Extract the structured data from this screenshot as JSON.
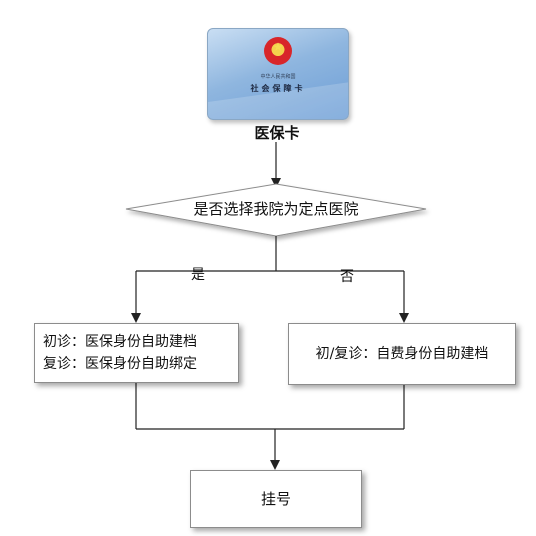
{
  "card": {
    "country_text": "中华人民共和国",
    "card_name": "社会保障卡",
    "caption": "医保卡"
  },
  "decision": {
    "question": "是否选择我院为定点医院",
    "yes_label": "是",
    "no_label": "否"
  },
  "left_box": {
    "line1": "初诊：医保身份自助建档",
    "line2": "复诊：医保身份自助绑定"
  },
  "right_box": {
    "line1": "初/复诊：自费身份自助建档"
  },
  "final_box": {
    "label": "挂号"
  },
  "colors": {
    "line": "#222222",
    "box_border": "#8c8c8c",
    "card_blue": "#6d9ed6",
    "emblem_red": "#d8262a"
  }
}
